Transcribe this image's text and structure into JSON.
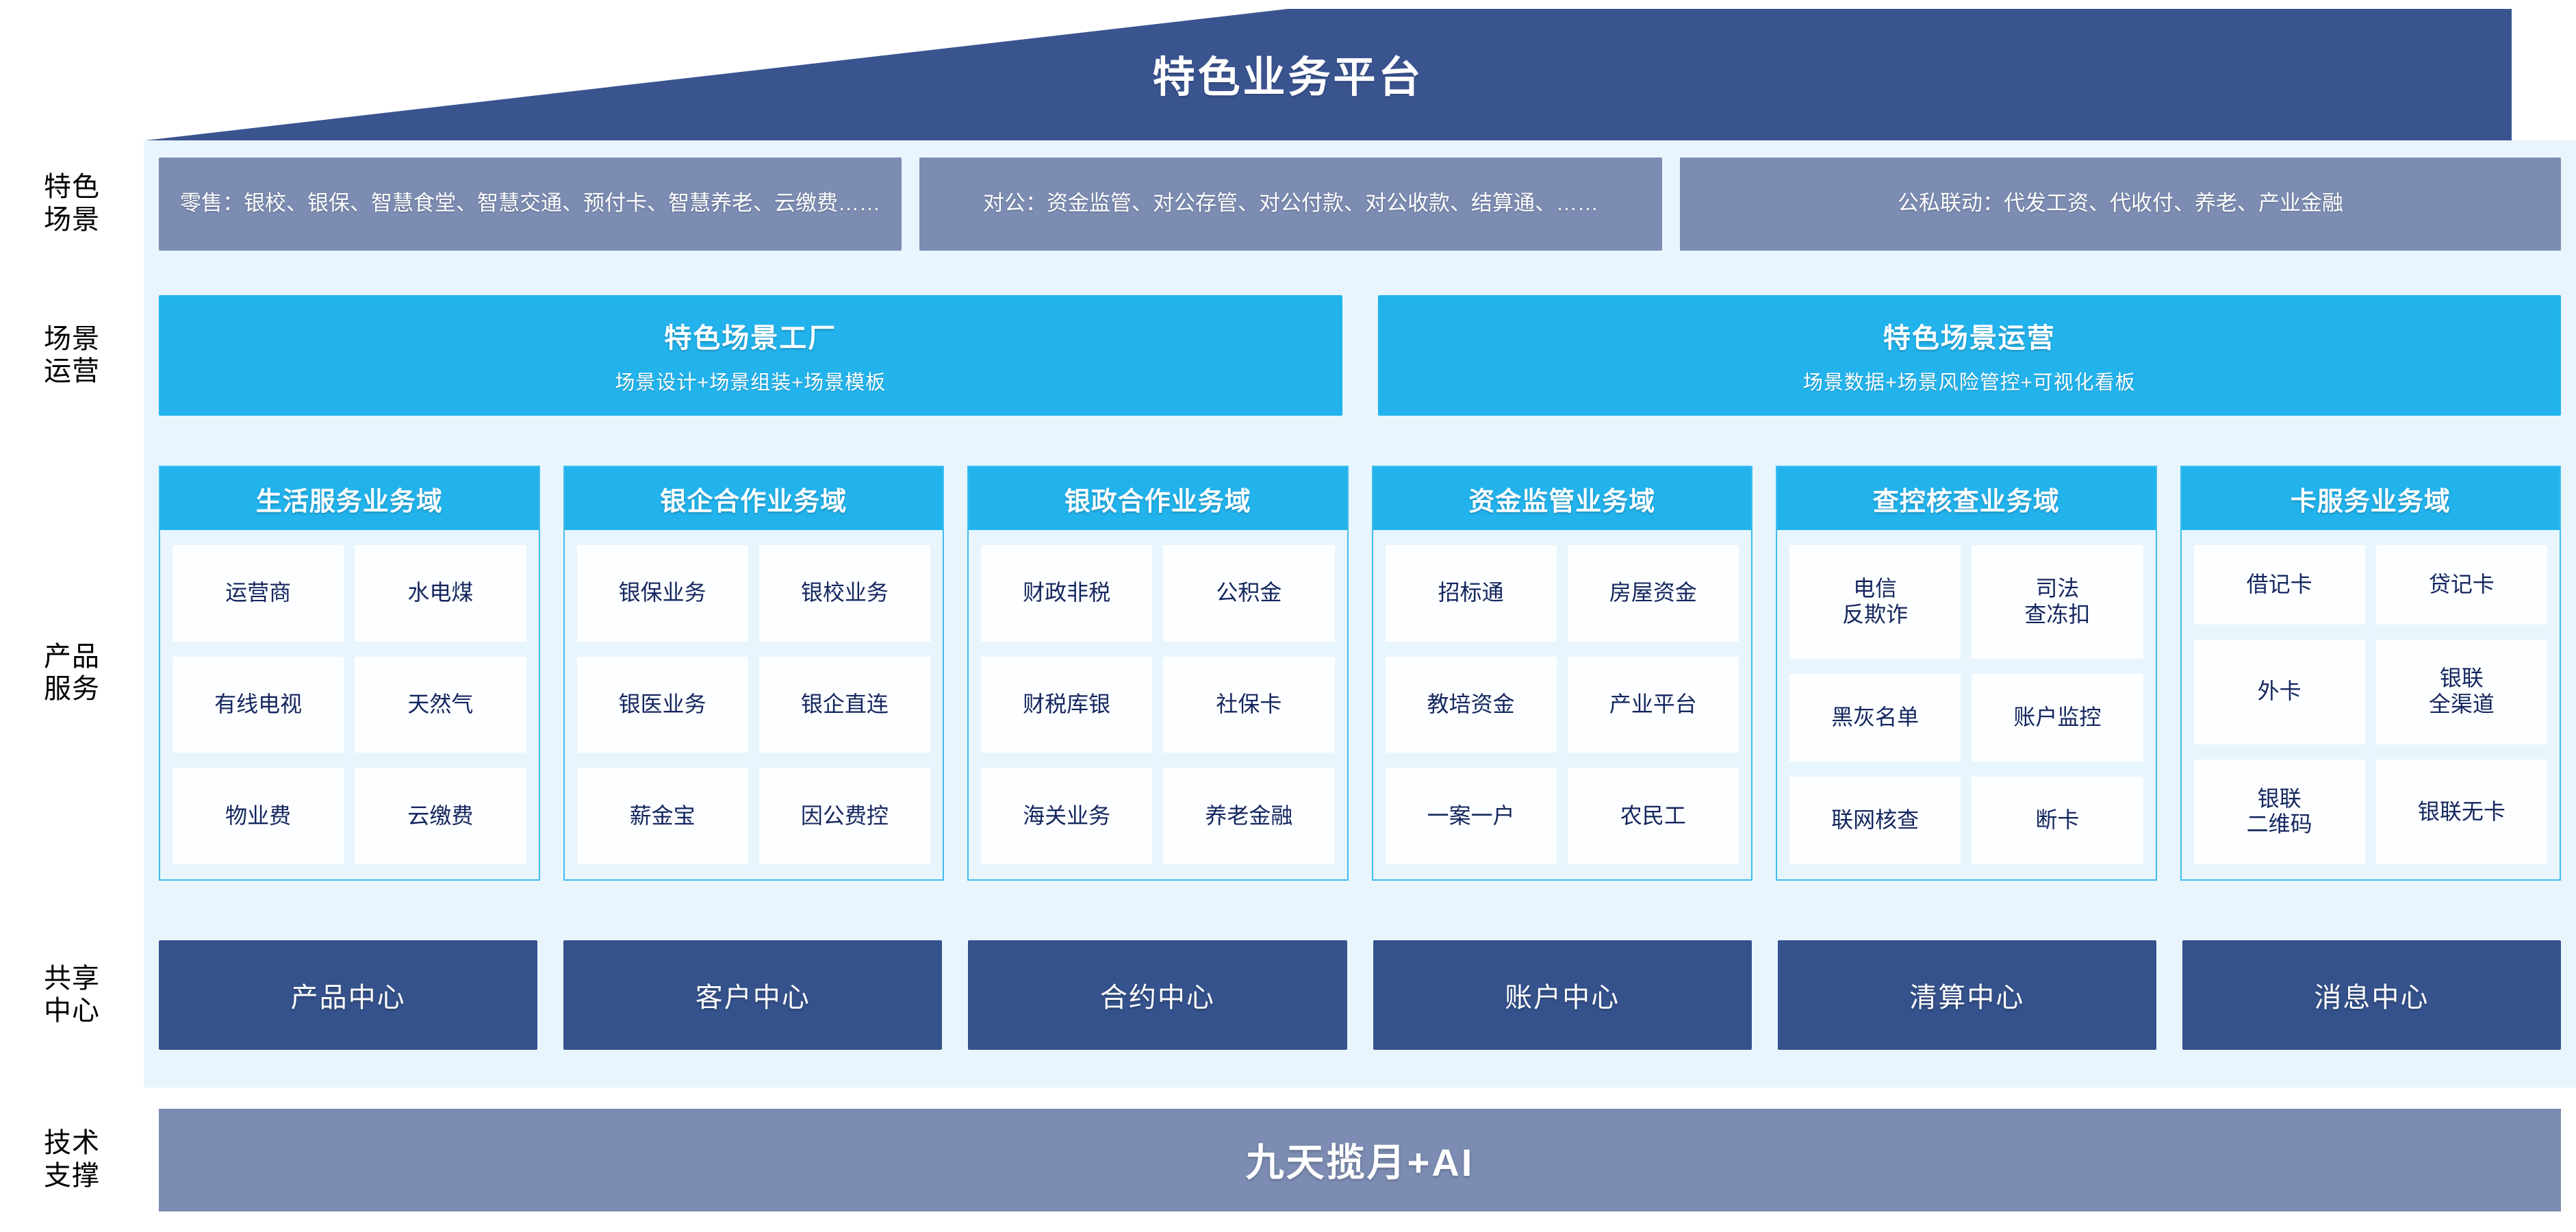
{
  "header": {
    "title": "特色业务平台",
    "banner_color": "#3A5490"
  },
  "colors": {
    "panel_bg": "#E8F5FD",
    "scene_box": "#7C8CB2",
    "cyan": "#22B3EC",
    "card_border": "#3FBDEE",
    "dark_blue": "#35528C",
    "text_navy": "#14265E"
  },
  "rows": {
    "scenes": {
      "label_line1": "特色",
      "label_line2": "场景",
      "boxes": [
        {
          "text": "零售：银校、银保、智慧食堂、智慧交通、预付卡、智慧养老、云缴费……"
        },
        {
          "text": "对公：资金监管、对公存管、对公付款、对公收款、结算通、……"
        },
        {
          "text": "公私联动：代发工资、代收付、养老、产业金融"
        }
      ]
    },
    "operations": {
      "label_line1": "场景",
      "label_line2": "运营",
      "boxes": [
        {
          "title": "特色场景工厂",
          "subtitle": "场景设计+场景组装+场景模板"
        },
        {
          "title": "特色场景运营",
          "subtitle": "场景数据+场景风险管控+可视化看板"
        }
      ]
    },
    "products": {
      "label_line1": "产品",
      "label_line2": "服务",
      "domains": [
        {
          "title": "生活服务业务域",
          "items": [
            "运营商",
            "水电煤",
            "有线电视",
            "天然气",
            "物业费",
            "云缴费"
          ]
        },
        {
          "title": "银企合作业务域",
          "items": [
            "银保业务",
            "银校业务",
            "银医业务",
            "银企直连",
            "薪金宝",
            "因公费控"
          ]
        },
        {
          "title": "银政合作业务域",
          "items": [
            "财政非税",
            "公积金",
            "财税库银",
            "社保卡",
            "海关业务",
            "养老金融"
          ]
        },
        {
          "title": "资金监管业务域",
          "items": [
            "招标通",
            "房屋资金",
            "教培资金",
            "产业平台",
            "一案一户",
            "农民工"
          ]
        },
        {
          "title": "查控核查业务域",
          "items": [
            "电信\n反欺诈",
            "司法\n查冻扣",
            "黑灰名单",
            "账户监控",
            "联网核查",
            "断卡"
          ]
        },
        {
          "title": "卡服务业务域",
          "items": [
            "借记卡",
            "贷记卡",
            "外卡",
            "银联\n全渠道",
            "银联\n二维码",
            "银联无卡"
          ]
        }
      ]
    },
    "centers": {
      "label_line1": "共享",
      "label_line2": "中心",
      "boxes": [
        "产品中心",
        "客户中心",
        "合约中心",
        "账户中心",
        "清算中心",
        "消息中心"
      ]
    },
    "tech": {
      "label_line1": "技术",
      "label_line2": "支撑",
      "bar_text": "九天揽月+AI"
    }
  }
}
